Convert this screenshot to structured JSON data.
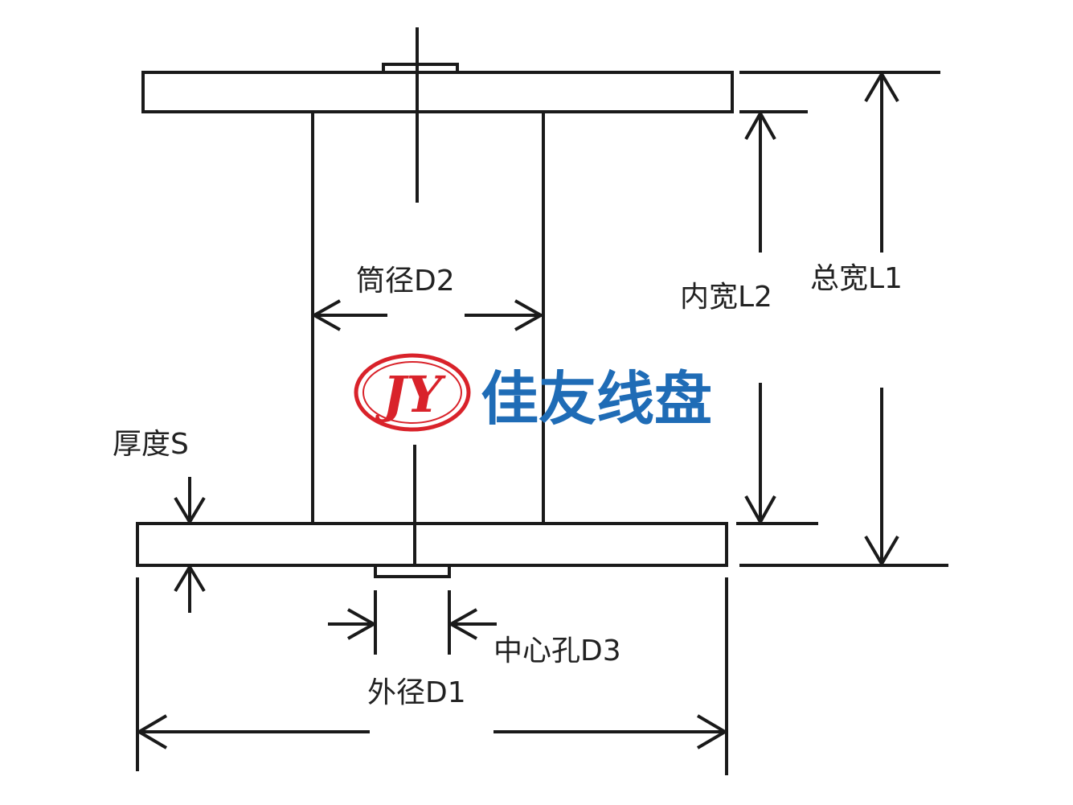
{
  "labels": {
    "tube_diameter": "筒径D2",
    "inner_width": "内宽L2",
    "total_width": "总宽L1",
    "thickness": "厚度S",
    "center_hole": "中心孔D3",
    "outer_diameter": "外径D1"
  },
  "brand": {
    "logo_text": "JY",
    "name": "佳友线盘"
  },
  "colors": {
    "line": "#1a1a1a",
    "logo_red": "#d9222a",
    "brand_blue": "#1f6cb6"
  }
}
